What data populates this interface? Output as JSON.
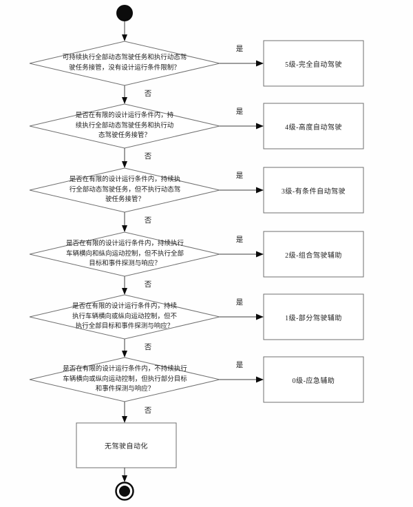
{
  "diagram": {
    "title_hint": "driving-automation-level-flowchart",
    "yes_label": "是",
    "no_label": "否",
    "decisions": [
      {
        "question": "可持续执行全部动态驾驶任务和执行动态驾驶任务接管，没有设计运行条件限制？",
        "result": "5级-完全自动驾驶"
      },
      {
        "question": "是否在有限的设计运行条件内，持续执行全部动态驾驶任务和执行动态驾驶任务接管？",
        "result": "4级-高度自动驾驶"
      },
      {
        "question": "是否在有限的设计运行条件内，持续执行全部动态驾驶任务，但不执行动态驾驶任务接管？",
        "result": "3级-有条件自动驾驶"
      },
      {
        "question": "是否在有限的设计运行条件内，持续执行车辆横向和纵向运动控制，但不执行全部目标和事件探测与响应？",
        "result": "2级-组合驾驶辅助"
      },
      {
        "question": "是否在有限的设计运行条件内，持续执行车辆横向或纵向运动控制，但不执行全部目标和事件探测与响应？",
        "result": "1级-部分驾驶辅助"
      },
      {
        "question": "是否在有限的设计运行条件内，不持续执行车辆横向或纵向运动控制，但执行部分目标和事件探测与响应？",
        "result": "0级-应急辅助"
      }
    ],
    "final_label": "无驾驶自动化",
    "colors": {
      "line": "#3c3c3c",
      "border": "#6e6e6e",
      "node_fill": "#0c0c0c",
      "background": "#fefefe"
    }
  }
}
